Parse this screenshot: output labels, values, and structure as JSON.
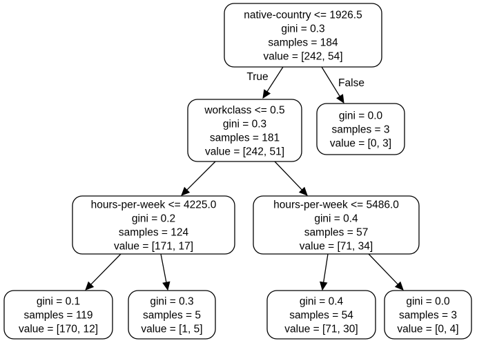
{
  "tree": {
    "nodes": [
      {
        "id": "n0",
        "lines": [
          "native-country <= 1926.5",
          "gini = 0.3",
          "samples = 184",
          "value = [242, 54]"
        ]
      },
      {
        "id": "n1",
        "lines": [
          "workclass <= 0.5",
          "gini = 0.3",
          "samples = 181",
          "value = [242, 51]"
        ]
      },
      {
        "id": "n2",
        "lines": [
          "gini = 0.0",
          "samples = 3",
          "value = [0, 3]"
        ]
      },
      {
        "id": "n3",
        "lines": [
          "hours-per-week <= 4225.0",
          "gini = 0.2",
          "samples = 124",
          "value = [171, 17]"
        ]
      },
      {
        "id": "n4",
        "lines": [
          "hours-per-week <= 5486.0",
          "gini = 0.4",
          "samples = 57",
          "value = [71, 34]"
        ]
      },
      {
        "id": "n5",
        "lines": [
          "gini = 0.1",
          "samples = 119",
          "value = [170, 12]"
        ]
      },
      {
        "id": "n6",
        "lines": [
          "gini = 0.3",
          "samples = 5",
          "value = [1, 5]"
        ]
      },
      {
        "id": "n7",
        "lines": [
          "gini = 0.4",
          "samples = 54",
          "value = [71, 30]"
        ]
      },
      {
        "id": "n8",
        "lines": [
          "gini = 0.0",
          "samples = 3",
          "value = [0, 4]"
        ]
      }
    ],
    "edges": [
      {
        "from": "n0",
        "to": "n1",
        "label": "True"
      },
      {
        "from": "n0",
        "to": "n2",
        "label": "False"
      },
      {
        "from": "n1",
        "to": "n3",
        "label": ""
      },
      {
        "from": "n1",
        "to": "n4",
        "label": ""
      },
      {
        "from": "n3",
        "to": "n5",
        "label": ""
      },
      {
        "from": "n3",
        "to": "n6",
        "label": ""
      },
      {
        "from": "n4",
        "to": "n7",
        "label": ""
      },
      {
        "from": "n4",
        "to": "n8",
        "label": ""
      }
    ]
  }
}
